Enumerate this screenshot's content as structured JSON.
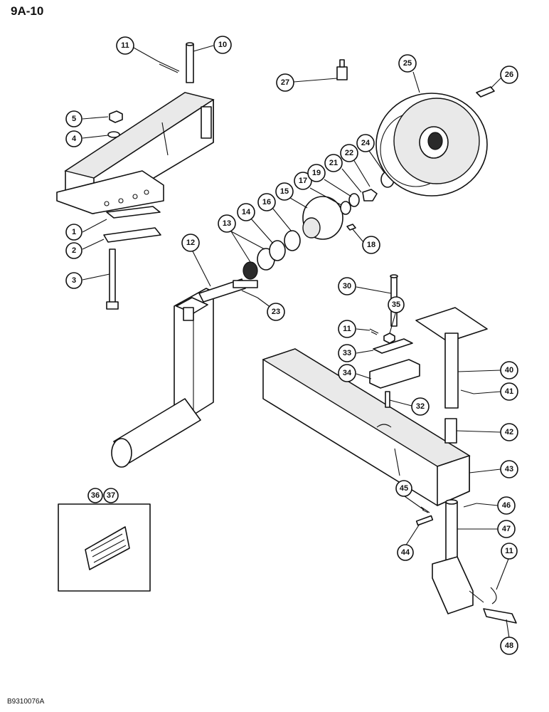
{
  "header": {
    "page_code": "9A-10"
  },
  "footer": {
    "figure_id": "B9310076A"
  },
  "callouts": [
    {
      "id": "c1",
      "label": "1"
    },
    {
      "id": "c2",
      "label": "2"
    },
    {
      "id": "c3",
      "label": "3"
    },
    {
      "id": "c4",
      "label": "4"
    },
    {
      "id": "c5",
      "label": "5"
    },
    {
      "id": "c10",
      "label": "10"
    },
    {
      "id": "c11a",
      "label": "11"
    },
    {
      "id": "c12",
      "label": "12"
    },
    {
      "id": "c13",
      "label": "13"
    },
    {
      "id": "c14",
      "label": "14"
    },
    {
      "id": "c15",
      "label": "15"
    },
    {
      "id": "c16",
      "label": "16"
    },
    {
      "id": "c17",
      "label": "17"
    },
    {
      "id": "c18",
      "label": "18"
    },
    {
      "id": "c19",
      "label": "19"
    },
    {
      "id": "c21",
      "label": "21"
    },
    {
      "id": "c22",
      "label": "22"
    },
    {
      "id": "c23",
      "label": "23"
    },
    {
      "id": "c24",
      "label": "24"
    },
    {
      "id": "c25",
      "label": "25"
    },
    {
      "id": "c26",
      "label": "26"
    },
    {
      "id": "c27",
      "label": "27"
    },
    {
      "id": "c30",
      "label": "30"
    },
    {
      "id": "c11b",
      "label": "11"
    },
    {
      "id": "c35",
      "label": "35"
    },
    {
      "id": "c33",
      "label": "33"
    },
    {
      "id": "c34",
      "label": "34"
    },
    {
      "id": "c32",
      "label": "32"
    },
    {
      "id": "c40",
      "label": "40"
    },
    {
      "id": "c41",
      "label": "41"
    },
    {
      "id": "c42",
      "label": "42"
    },
    {
      "id": "c43",
      "label": "43"
    },
    {
      "id": "c45",
      "label": "45"
    },
    {
      "id": "c46",
      "label": "46"
    },
    {
      "id": "c47",
      "label": "47"
    },
    {
      "id": "c44",
      "label": "44"
    },
    {
      "id": "c11c",
      "label": "11"
    },
    {
      "id": "c48",
      "label": "48"
    },
    {
      "id": "c36",
      "label": "36"
    },
    {
      "id": "c37",
      "label": "37"
    }
  ]
}
